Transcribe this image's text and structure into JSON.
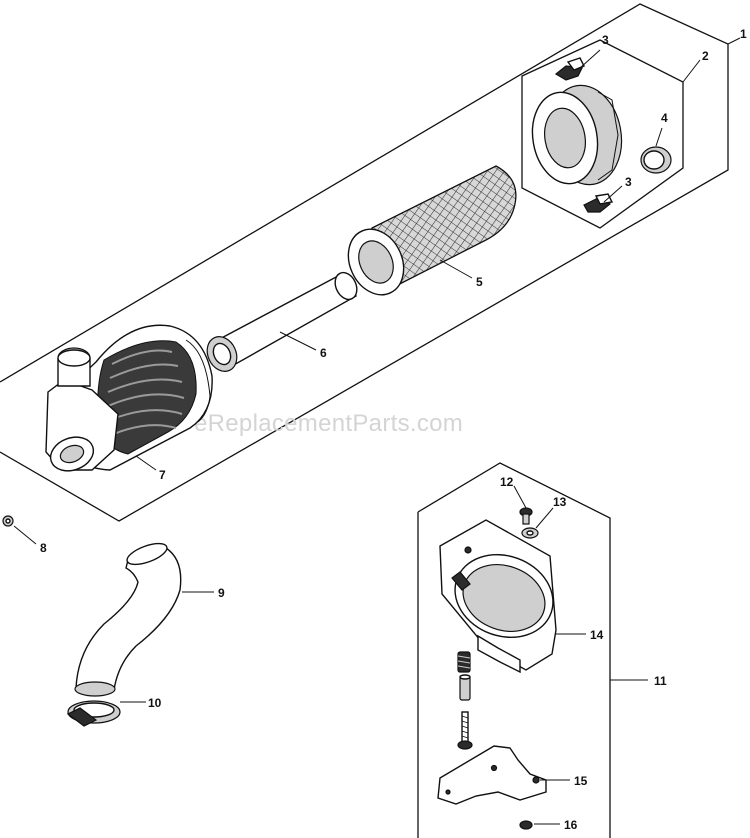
{
  "watermark": "eReplacementParts.com",
  "callouts": {
    "c1": "1",
    "c2": "2",
    "c3a": "3",
    "c3b": "3",
    "c4": "4",
    "c5": "5",
    "c6": "6",
    "c7": "7",
    "c8": "8",
    "c9": "9",
    "c10": "10",
    "c11": "11",
    "c12": "12",
    "c13": "13",
    "c14": "14",
    "c15": "15",
    "c16": "16"
  }
}
